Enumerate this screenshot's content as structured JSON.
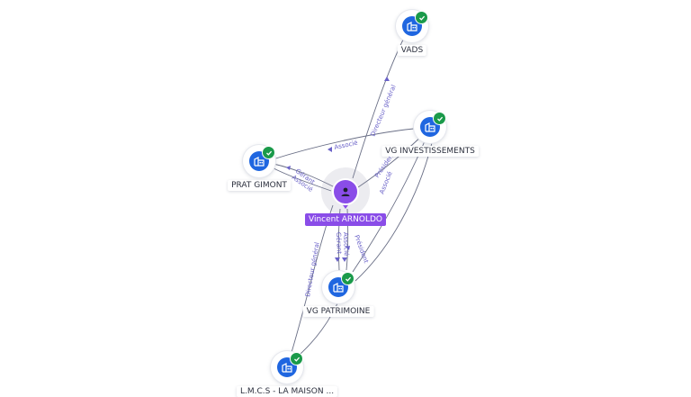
{
  "person": {
    "name": "Vincent ARNOLDO",
    "icon": "person-icon",
    "color": "#8a4de8"
  },
  "companies": [
    {
      "id": "vads",
      "name": "VADS",
      "icon": "building-icon",
      "verified": true
    },
    {
      "id": "vg-investissements",
      "name": "VG INVESTISSEMENTS",
      "icon": "building-icon",
      "verified": true
    },
    {
      "id": "prat-gimont",
      "name": "PRAT GIMONT",
      "icon": "building-icon",
      "verified": true
    },
    {
      "id": "vg-patrimoine",
      "name": "VG PATRIMOINE",
      "icon": "building-icon",
      "verified": true
    },
    {
      "id": "lmcs",
      "name": "L.M.C.S - LA MAISON ...",
      "icon": "building-icon",
      "verified": true
    }
  ],
  "relations": [
    {
      "from": "vincent",
      "to": "vads",
      "label": "Directeur général"
    },
    {
      "from": "vg-investissements",
      "to": "prat-gimont",
      "label": "Associé"
    },
    {
      "from": "vincent",
      "to": "prat-gimont",
      "label": "Gérant"
    },
    {
      "from": "vincent",
      "to": "prat-gimont",
      "label": "Associé"
    },
    {
      "from": "vincent",
      "to": "vg-investissements",
      "label": "Président"
    },
    {
      "from": "vincent",
      "to": "vg-patrimoine",
      "label": "Gérant"
    },
    {
      "from": "vincent",
      "to": "vg-patrimoine",
      "label": "Associé"
    },
    {
      "from": "vg-investissements",
      "to": "vg-patrimoine",
      "label": "Président"
    },
    {
      "from": "vg-investissements",
      "to": "vg-patrimoine",
      "label": "Associé"
    },
    {
      "from": "vincent",
      "to": "lmcs",
      "label": "Directeur général"
    }
  ],
  "colors": {
    "company": "#1f66e0",
    "verified": "#1a9a4a",
    "edge": "#6a6f86",
    "edge_label": "#6a62c8"
  }
}
